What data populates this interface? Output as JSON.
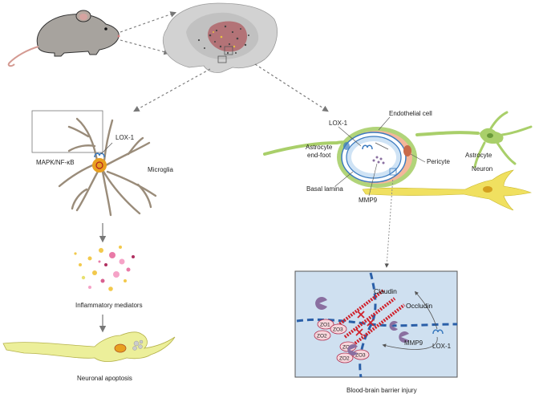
{
  "labels": {
    "lox1_microglia": "LOX-1",
    "mapk": "MAPK/NF-κB",
    "microglia": "Microglia",
    "inflammatory": "Inflammatory mediators",
    "apoptosis": "Neuronal apoptosis",
    "lox1_vessel": "LOX-1",
    "endothelial": "Endothelial cell",
    "astrocyte": "Astrocyte",
    "astro_endfoot_1": "Astrocyte",
    "astro_endfoot_2": "end-foot",
    "pericyte": "Pericyte",
    "neuron": "Neuron",
    "basal_lamina": "Basal lamina",
    "mmp9_vessel": "MMP9",
    "claudin": "Claudin",
    "occludin": "Occludin",
    "mmp9_inset": "MMP9",
    "lox1_inset": "LOX-1",
    "bbb": "Blood-brain barrier injury",
    "zo1_a": "ZO1",
    "zo2_a": "ZO2",
    "zo3_a": "ZO3",
    "zo1_b": "ZO1",
    "zo2_b": "ZO2",
    "zo3_b": "ZO3"
  },
  "colors": {
    "microglia_process": "#9a8c7a",
    "microglia_body": "#e8a020",
    "astrocyte": "#a9cf6a",
    "neuron": "#f0e060",
    "endothelium": "#cfe3f5",
    "pericyte": "#f4b79a",
    "mmp9": "#8a6fa0",
    "junction": "#d0202a",
    "inset_bg": "#cfe0f0",
    "dash_line": "#2a5fa8",
    "mouse": "#a7a39e",
    "brain": "#c9c9c9"
  }
}
